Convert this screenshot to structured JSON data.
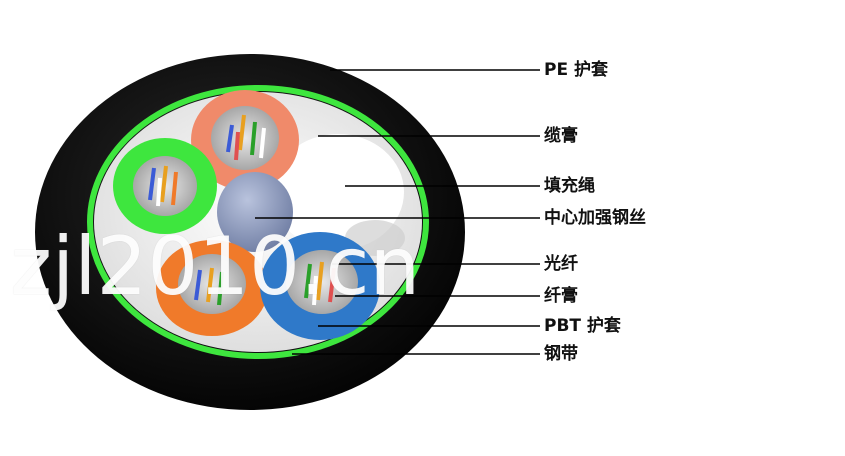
{
  "labels": {
    "pe_sheath": "PE 护套",
    "cable_jelly": "缆膏",
    "filler_rope": "填充绳",
    "central_strength_wire": "中心加强钢丝",
    "optical_fiber": "光纤",
    "fiber_jelly": "纤膏",
    "pbt_sheath": "PBT 护套",
    "steel_tape": "钢带"
  },
  "watermark": "zjl2010.cn",
  "colors": {
    "outer_sheath": "#0a0a0a",
    "steel_tape": "#3ee63e",
    "jelly": "#f2f2f2",
    "filler": "#ffffff",
    "central_wire": "#8e9bbd",
    "tube_orange_top": "#f08a6a",
    "tube_green": "#3ee63e",
    "tube_orange_bottom": "#f07a2a",
    "tube_blue": "#2f79c9",
    "leader_line": "#000000"
  }
}
